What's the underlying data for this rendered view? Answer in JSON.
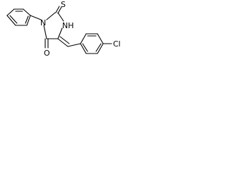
{
  "structure": {
    "atoms": {
      "sulfur": "S",
      "nitrogen_phenyl": "N",
      "nitrogen_h": "NH",
      "oxygen": "O",
      "chlorine": "Cl"
    }
  }
}
